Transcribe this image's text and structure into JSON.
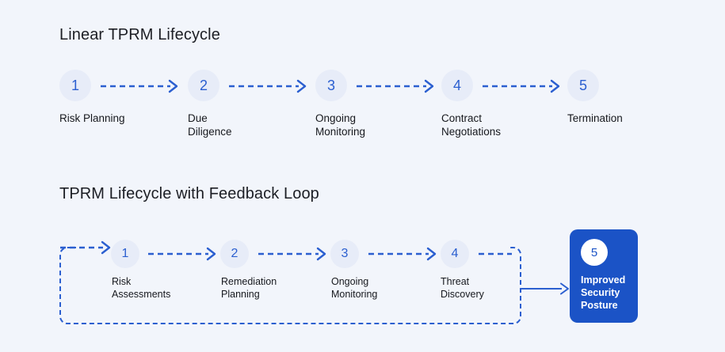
{
  "canvas": {
    "background": "#f2f5fb",
    "accent": "#2b5fd0",
    "card_blue": "#1b53c6",
    "circle_fill": "#e7ecf8",
    "text_color": "#16181d"
  },
  "linear_section": {
    "title": "Linear TPRM Lifecycle",
    "steps": [
      {
        "number": "1",
        "label": "Risk Planning"
      },
      {
        "number": "2",
        "label": "Due\nDiligence"
      },
      {
        "number": "3",
        "label": "Ongoing\nMonitoring"
      },
      {
        "number": "4",
        "label": "Contract\nNegotiations"
      },
      {
        "number": "5",
        "label": "Termination"
      }
    ]
  },
  "feedback_section": {
    "title": "TPRM Lifecycle with Feedback Loop",
    "steps": [
      {
        "number": "1",
        "label": "Risk\nAssessments"
      },
      {
        "number": "2",
        "label": "Remediation\nPlanning"
      },
      {
        "number": "3",
        "label": "Ongoing\nMonitoring"
      },
      {
        "number": "4",
        "label": "Threat\nDiscovery"
      }
    ],
    "outcome": {
      "number": "5",
      "label": "Improved\nSecurity\nPosture"
    }
  }
}
